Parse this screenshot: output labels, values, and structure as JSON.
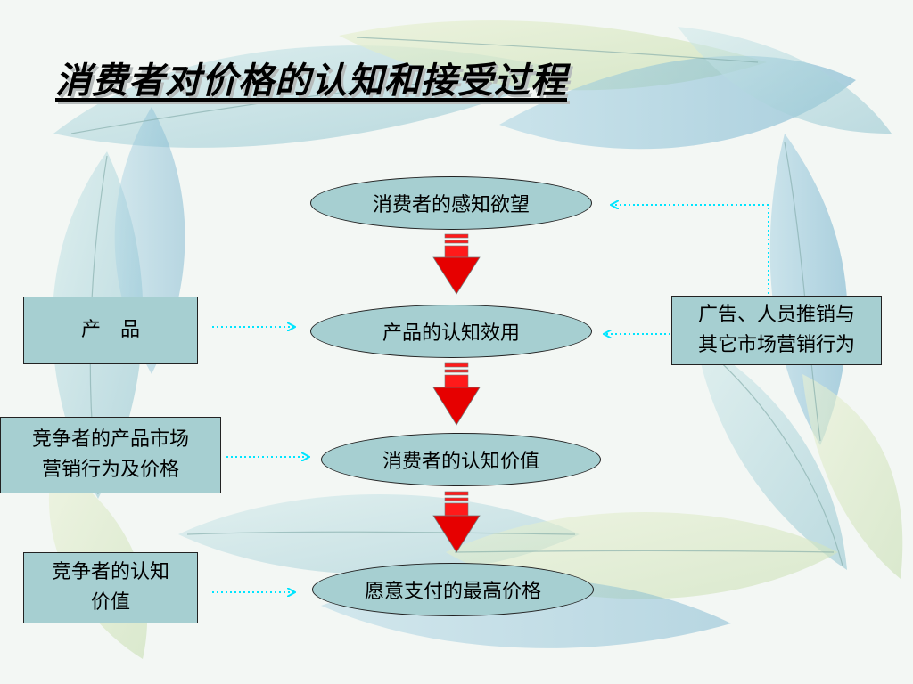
{
  "title": "消费者对价格的认知和接受过程",
  "flow": {
    "step1": "消费者的感知欲望",
    "step2": "产品的认知效用",
    "step3": "消费者的认知价值",
    "step4": "愿意支付的最高价格"
  },
  "inputs": {
    "product": "产　品",
    "competitor_behavior_line1": "竞争者的产品市场",
    "competitor_behavior_line2": "营销行为及价格",
    "competitor_value_line1": "竞争者的认知",
    "competitor_value_line2": "价值",
    "marketing_line1": "广告、人员推销与",
    "marketing_line2": "其它市场营销行为"
  },
  "colors": {
    "node_fill": "#a6cfd1",
    "flow_arrow": "#e60000",
    "dotted_arrow": "#00e5ff"
  }
}
